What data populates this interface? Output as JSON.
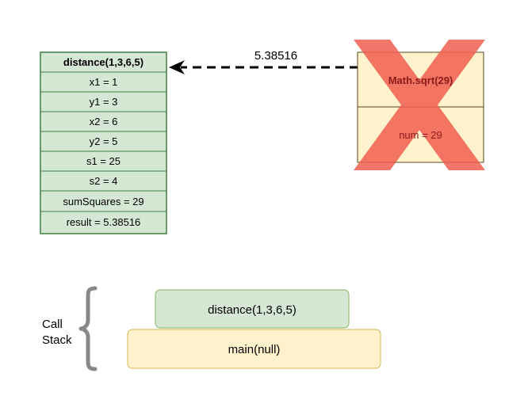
{
  "frame": {
    "title": "distance(1,3,6,5)",
    "rows": [
      "x1 = 1",
      "y1 = 3",
      "x2 = 6",
      "y2 = 5",
      "s1 = 25",
      "s2 = 4",
      "sumSquares = 29",
      "result = 5.38516"
    ]
  },
  "returned_frame": {
    "title": "Math.sqrt(29)",
    "body": "num = 29"
  },
  "return_value": "5.38516",
  "call_stack": {
    "label_line1": "Call",
    "label_line2": "Stack",
    "frames": [
      "distance(1,3,6,5)",
      "main(null)"
    ]
  },
  "colors": {
    "frame_fill": "#d5e8d4",
    "frame_border": "#3f7f3f",
    "returned_fill": "#fff2cc",
    "returned_border": "#5a4a1a",
    "cross": "#f05f4f",
    "returned_text": "#8b1a1a",
    "stack_top_fill": "#d5e8d4",
    "stack_top_border": "#82b366",
    "stack_bottom_fill": "#fff2cc",
    "stack_bottom_border": "#d6b656",
    "brace": "#888888"
  }
}
